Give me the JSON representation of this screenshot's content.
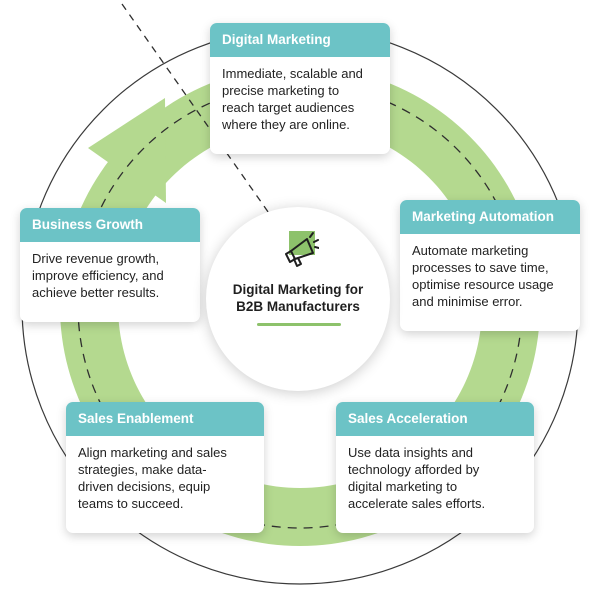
{
  "center": {
    "title_line1": "Digital Marketing for",
    "title_line2": "B2B Manufacturers",
    "icon": "megaphone-icon"
  },
  "stages": [
    {
      "title": "Digital Marketing",
      "lines": [
        "Immediate, scalable and",
        "precise marketing to",
        "reach target audiences",
        "where they are online."
      ]
    },
    {
      "title": "Marketing Automation",
      "lines": [
        "Automate marketing",
        "processes to save time,",
        "optimise resource usage",
        "and minimise error."
      ]
    },
    {
      "title": "Sales Acceleration",
      "lines": [
        "Use data insights and",
        "technology afforded by",
        "digital marketing to",
        "accelerate sales efforts."
      ]
    },
    {
      "title": "Sales Enablement",
      "lines": [
        "Align marketing and sales",
        "strategies, make data-",
        "driven decisions, equip",
        "teams to succeed."
      ]
    },
    {
      "title": "Business Growth",
      "lines": [
        "Drive revenue growth,",
        "improve efficiency, and",
        "achieve better results."
      ]
    }
  ],
  "colors": {
    "header": "#6cc3c6",
    "ring": "#b4d98f",
    "accent_green": "#8dc26b"
  }
}
